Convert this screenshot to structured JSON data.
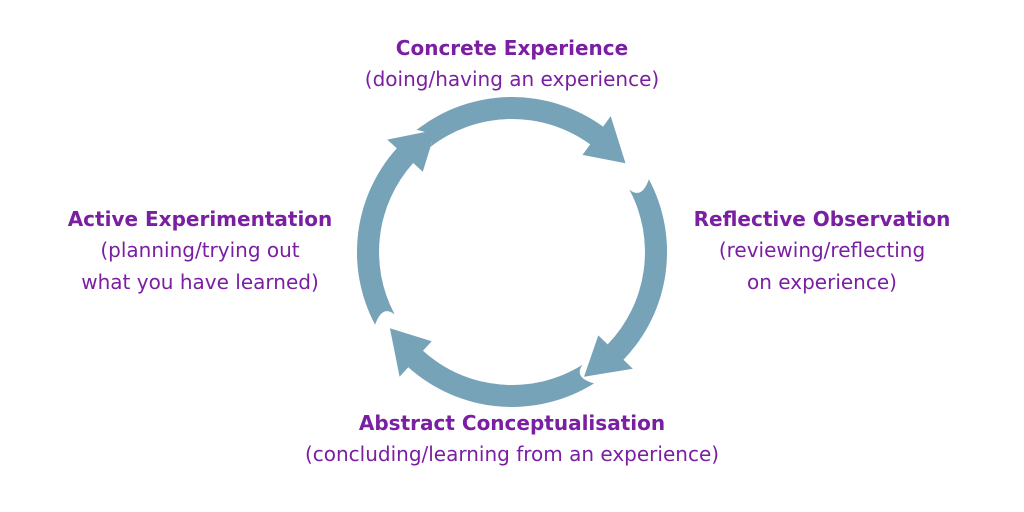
{
  "colors": {
    "accent": "#7b1fa2",
    "arrow": "#77a3b8"
  },
  "stages": {
    "top": {
      "title": "Concrete Experience",
      "desc_lines": [
        "(doing/having an experience)"
      ]
    },
    "right": {
      "title": "Reflective Observation",
      "desc_lines": [
        "(reviewing/reflecting",
        "on experience)"
      ]
    },
    "bottom": {
      "title": "Abstract Conceptualisation",
      "desc_lines": [
        "(concluding/learning from an experience)"
      ]
    },
    "left": {
      "title": "Active Experimentation",
      "desc_lines": [
        "(planning/trying out",
        "what you have learned)"
      ]
    }
  }
}
